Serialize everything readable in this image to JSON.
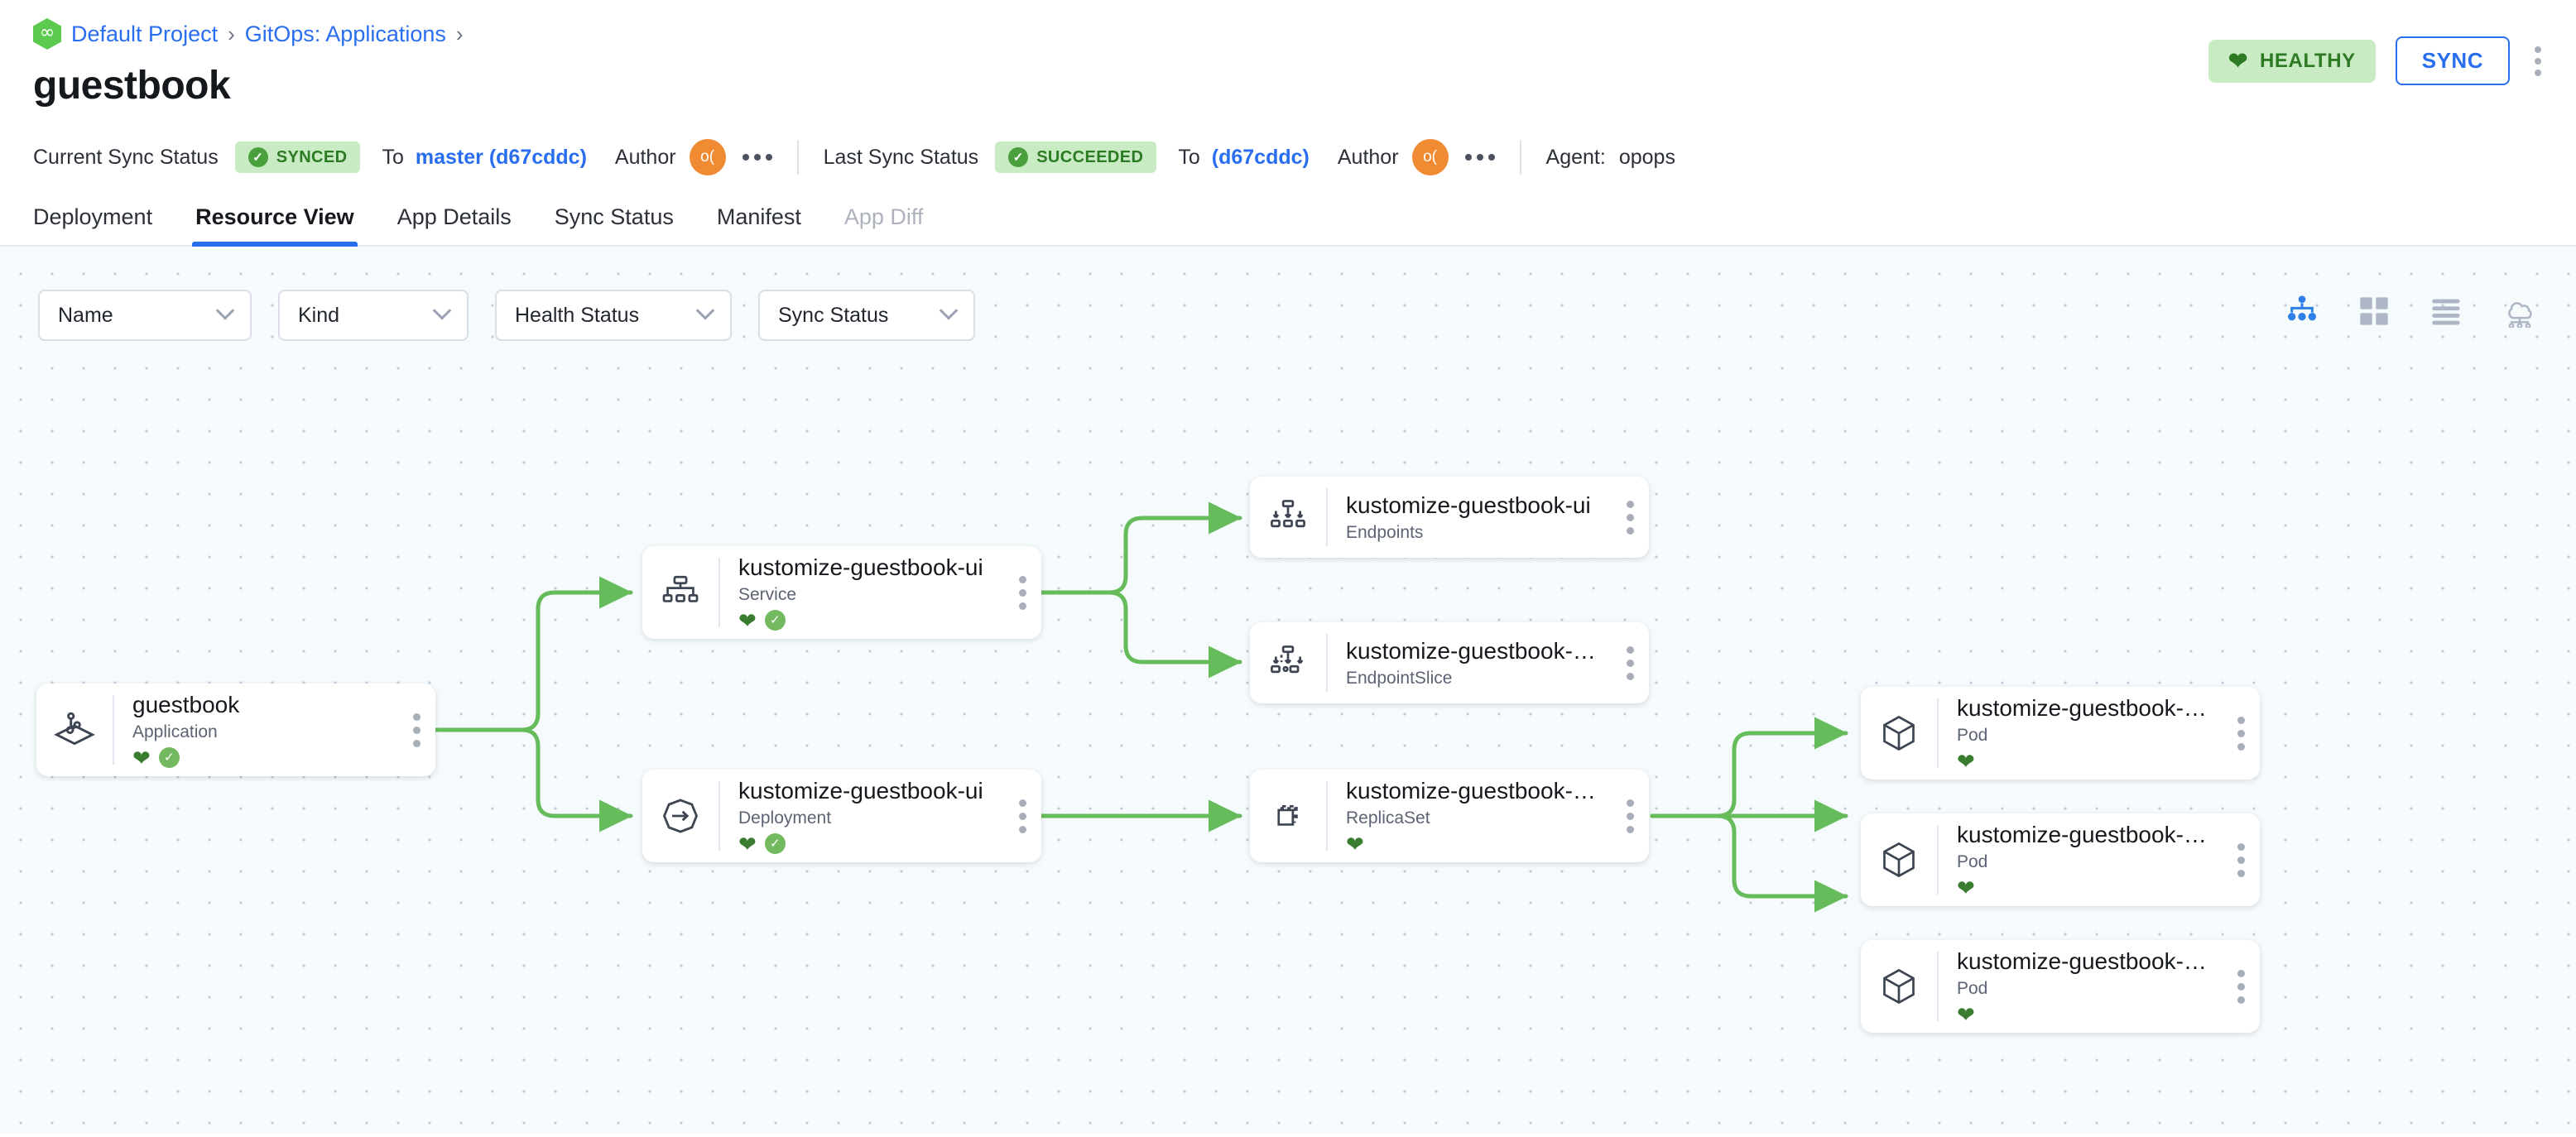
{
  "header": {
    "breadcrumb": [
      {
        "label": "Default Project",
        "icon": "project-hexagon-icon"
      },
      {
        "label": "GitOps: Applications"
      }
    ],
    "separator": "›",
    "title": "guestbook",
    "health_badge": {
      "label": "HEALTHY",
      "icon": "heart-icon",
      "bg": "#c8ebc3",
      "fg": "#2d7a24"
    },
    "sync_button": "SYNC",
    "overflow_icon": "kebab-vertical-icon"
  },
  "status": {
    "current_label": "Current Sync Status",
    "current_value": "SYNCED",
    "current_to_word": "To",
    "current_revision": "master (d67cddc)",
    "current_author_label": "Author",
    "current_author_initials": "o(",
    "last_label": "Last Sync Status",
    "last_value": "SUCCEEDED",
    "last_to_word": "To",
    "last_revision": "(d67cddc)",
    "last_author_label": "Author",
    "last_author_initials": "o(",
    "agent_label": "Agent:",
    "agent_value": "opops"
  },
  "tabs": [
    {
      "label": "Deployment",
      "state": "normal"
    },
    {
      "label": "Resource View",
      "state": "active"
    },
    {
      "label": "App Details",
      "state": "normal"
    },
    {
      "label": "Sync Status",
      "state": "normal"
    },
    {
      "label": "Manifest",
      "state": "normal"
    },
    {
      "label": "App Diff",
      "state": "disabled"
    }
  ],
  "filters": [
    {
      "label": "Name"
    },
    {
      "label": "Kind"
    },
    {
      "label": "Health Status"
    },
    {
      "label": "Sync Status"
    }
  ],
  "view_modes": [
    {
      "name": "tree-view-icon",
      "active": true
    },
    {
      "name": "grid-view-icon",
      "active": false
    },
    {
      "name": "list-view-icon",
      "active": false
    },
    {
      "name": "network-view-icon",
      "active": false
    }
  ],
  "graph": {
    "edge_color": "#66bb5a",
    "nodes": [
      {
        "id": "app",
        "title": "guestbook",
        "kind": "Application",
        "icon": "application-icon",
        "badges": [
          "heart",
          "check"
        ]
      },
      {
        "id": "svc",
        "title": "kustomize-guestbook-ui",
        "kind": "Service",
        "icon": "service-icon",
        "badges": [
          "heart",
          "check"
        ]
      },
      {
        "id": "ep",
        "title": "kustomize-guestbook-ui",
        "kind": "Endpoints",
        "icon": "endpoints-icon",
        "badges": []
      },
      {
        "id": "eps",
        "title": "kustomize-guestbook-ui-...",
        "kind": "EndpointSlice",
        "icon": "endpointslice-icon",
        "badges": []
      },
      {
        "id": "deploy",
        "title": "kustomize-guestbook-ui",
        "kind": "Deployment",
        "icon": "deployment-icon",
        "badges": [
          "heart",
          "check"
        ]
      },
      {
        "id": "rs",
        "title": "kustomize-guestbook-ui-...",
        "kind": "ReplicaSet",
        "icon": "replicaset-icon",
        "badges": [
          "heart"
        ]
      },
      {
        "id": "pod1",
        "title": "kustomize-guestbook-ui-...",
        "kind": "Pod",
        "icon": "pod-icon",
        "badges": [
          "heart"
        ]
      },
      {
        "id": "pod2",
        "title": "kustomize-guestbook-ui-...",
        "kind": "Pod",
        "icon": "pod-icon",
        "badges": [
          "heart"
        ]
      },
      {
        "id": "pod3",
        "title": "kustomize-guestbook-ui-...",
        "kind": "Pod",
        "icon": "pod-icon",
        "badges": [
          "heart"
        ]
      }
    ]
  }
}
